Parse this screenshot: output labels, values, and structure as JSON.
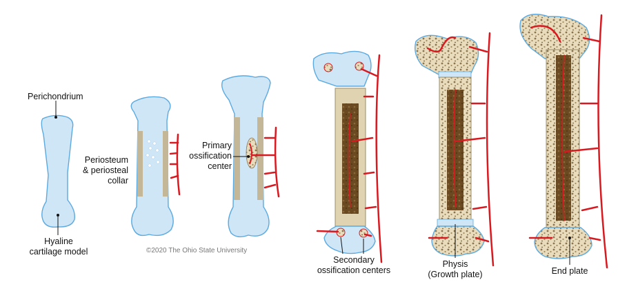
{
  "labels": {
    "perichondrium": "Perichondrium",
    "hyaline": [
      "Hyaline",
      "cartilage model"
    ],
    "periosteum": [
      "Periosteum",
      "& periosteal",
      "collar"
    ],
    "primary": [
      "Primary",
      "ossification",
      "center"
    ],
    "secondary": [
      "Secondary",
      "ossification centers"
    ],
    "physis": [
      "Physis",
      "(Growth plate)"
    ],
    "end_plate": "End plate",
    "copyright": "©2020 The Ohio State University"
  },
  "colors": {
    "cartilage": "#cfe6f7",
    "cartilage_edge": "#5aa9e0",
    "bone": "#e0d3b2",
    "bone_edge": "#9a8c6a",
    "marrow": "#6b4a22",
    "vessel": "#d71920"
  }
}
